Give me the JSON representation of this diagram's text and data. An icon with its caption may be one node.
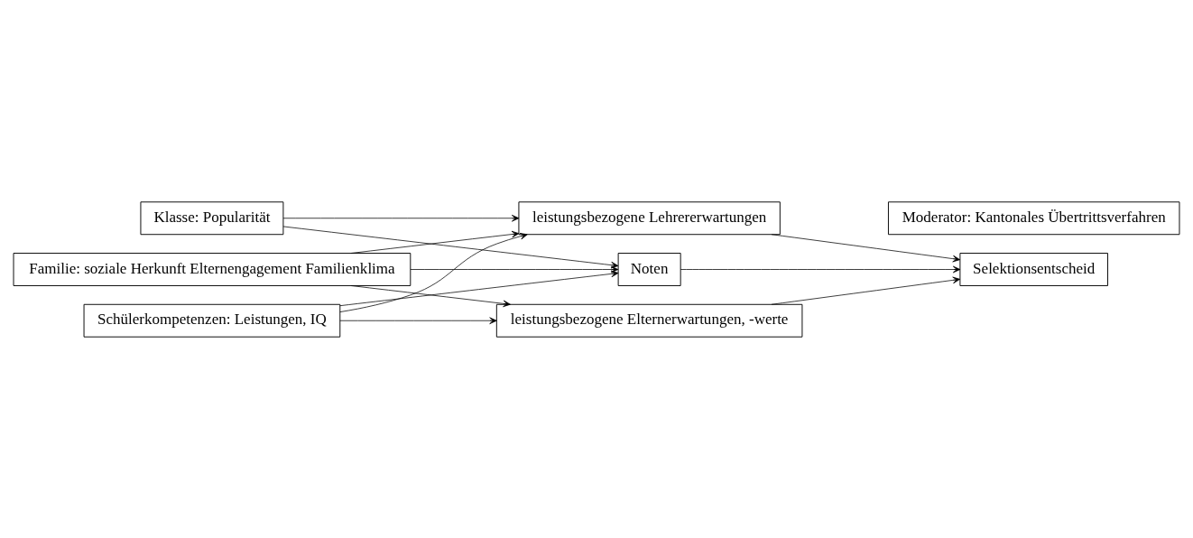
{
  "diagram": {
    "nodes": [
      {
        "text": [
          "Schülerkompetenzen: Leistungen, IQ"
        ]
      },
      {
        "text": [
          "Klasse: Popularität"
        ]
      },
      {
        "text": [
          "Familie: soziale Herkunft Elternengagement Familienklima"
        ]
      },
      {
        "text": [
          "Noten"
        ]
      },
      {
        "text": [
          "leistungsbezogene Lehrererwartungen"
        ]
      },
      {
        "text": [
          "leistungsbezogene Elternerwartungen, -werte"
        ]
      },
      {
        "text": [
          "Selektionsentscheid"
        ]
      },
      {
        "text": [
          "Moderator: Kantonales Übertrittsverfahren"
        ]
      }
    ],
    "edges": [
      {
        "from": 0,
        "to": 3,
        "arrow": "to"
      },
      {
        "from": 0,
        "to": 4,
        "arrow": "to"
      },
      {
        "from": 0,
        "to": 5,
        "arrow": "to"
      },
      {
        "from": 1,
        "to": 3,
        "arrow": "to"
      },
      {
        "from": 1,
        "to": 4,
        "arrow": "to"
      },
      {
        "from": 2,
        "to": 3,
        "arrow": "to"
      },
      {
        "from": 2,
        "to": 4,
        "arrow": "to"
      },
      {
        "from": 2,
        "to": 5,
        "arrow": "to"
      },
      {
        "from": 3,
        "to": 6,
        "arrow": "to"
      },
      {
        "from": 4,
        "to": 6,
        "arrow": "to"
      },
      {
        "from": 5,
        "to": 6,
        "arrow": "to"
      }
    ]
  }
}
